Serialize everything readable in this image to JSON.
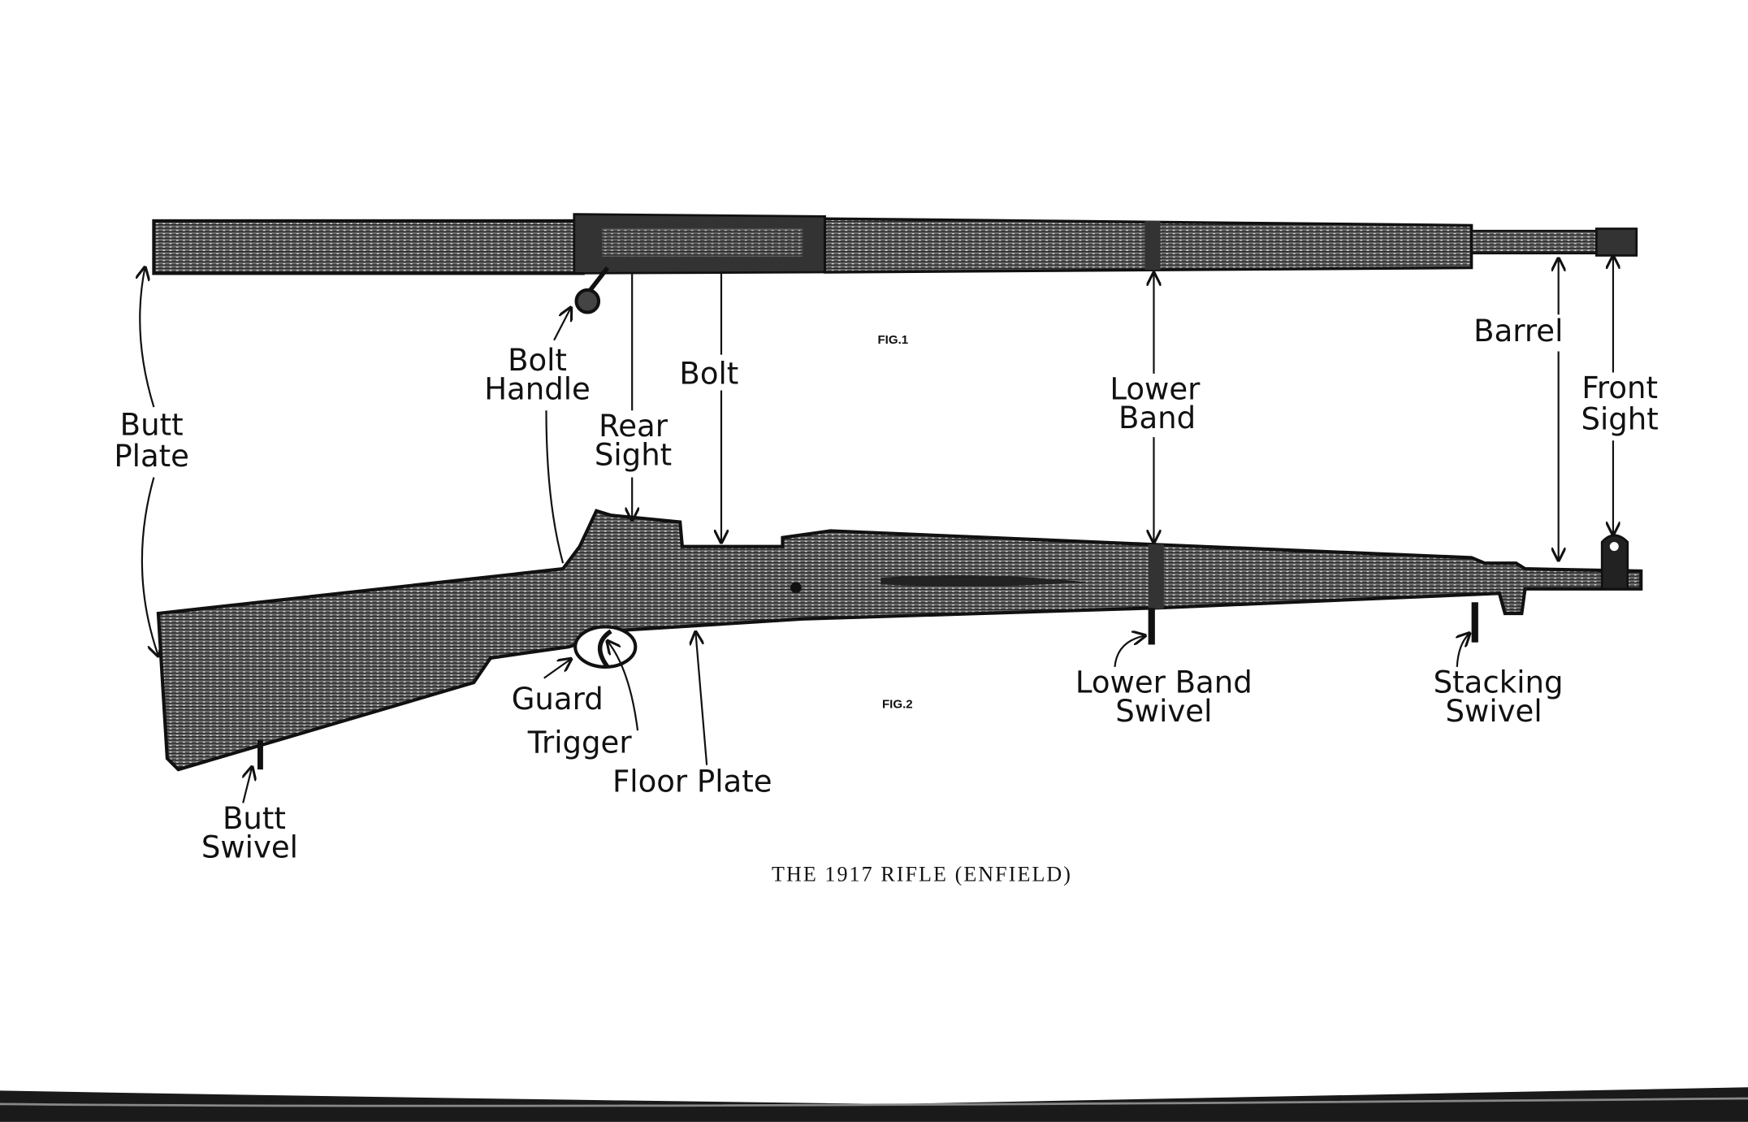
{
  "figure": {
    "caption": "THE 1917 RIFLE (ENFIELD)",
    "fig1_label": "FIG.1",
    "fig2_label": "FIG.2"
  },
  "labels": {
    "butt_plate": [
      "Butt",
      "Plate"
    ],
    "bolt_handle": [
      "Bolt",
      "Handle"
    ],
    "bolt": "Bolt",
    "rear_sight": [
      "Rear",
      "Sight"
    ],
    "lower_band": [
      "Lower",
      "Band"
    ],
    "barrel": "Barrel",
    "front_sight": [
      "Front",
      "Sight"
    ],
    "guard": "Guard",
    "trigger": "Trigger",
    "floor_plate": "Floor Plate",
    "butt_swivel": [
      "Butt",
      "Swivel"
    ],
    "lower_band_swivel": [
      "Lower Band",
      "Swivel"
    ],
    "stacking_swivel": [
      "Stacking",
      "Swivel"
    ]
  },
  "colors": {
    "ink": "#111111",
    "paper": "#ffffff"
  }
}
